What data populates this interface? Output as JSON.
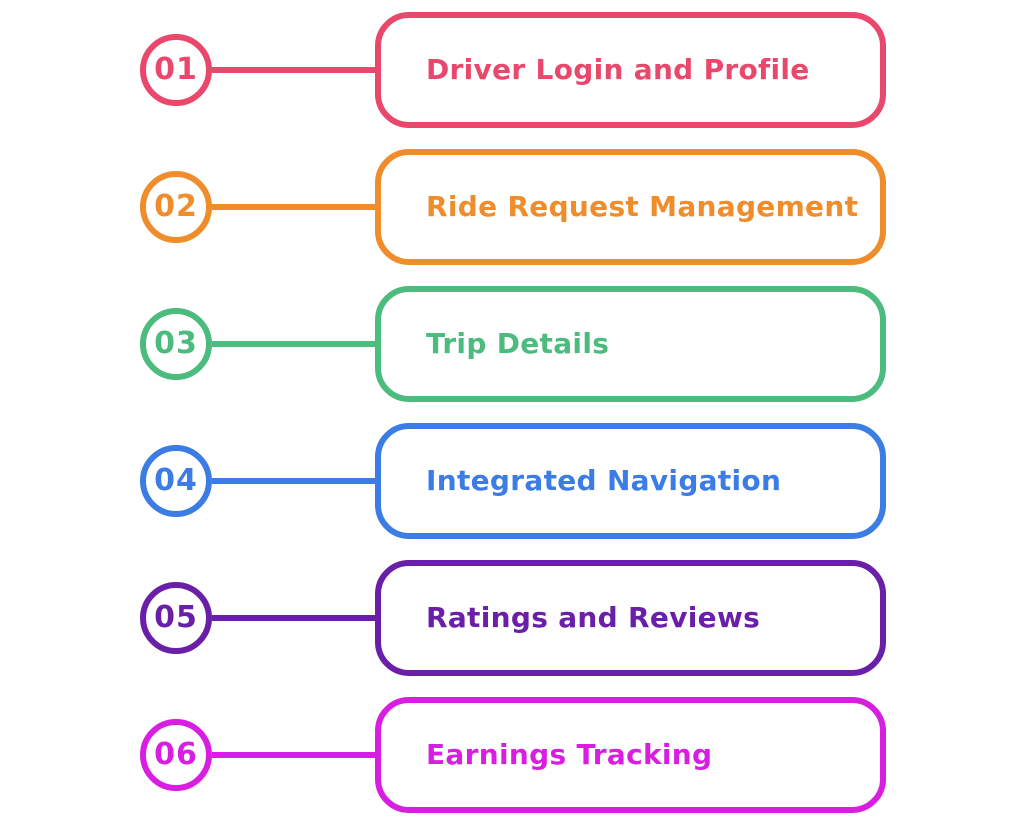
{
  "diagram": {
    "background": "#FFFFFF",
    "items": [
      {
        "number": "01",
        "label": "Driver Login and Profile",
        "color": "#EA476C"
      },
      {
        "number": "02",
        "label": "Ride Request Management",
        "color": "#EF8C2B"
      },
      {
        "number": "03",
        "label": "Trip Details",
        "color": "#4CBB7E"
      },
      {
        "number": "04",
        "label": "Integrated Navigation",
        "color": "#3C7CE5"
      },
      {
        "number": "05",
        "label": "Ratings and Reviews",
        "color": "#6A1FA8"
      },
      {
        "number": "06",
        "label": "Earnings Tracking",
        "color": "#D81EE1"
      }
    ]
  }
}
